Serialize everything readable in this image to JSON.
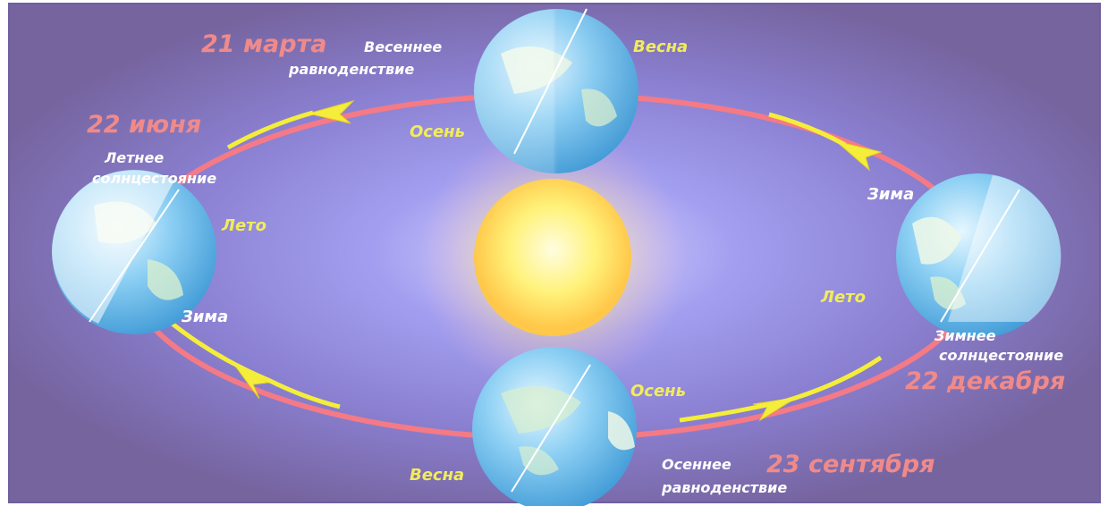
{
  "labels": {
    "spring_date": "21 марта",
    "spring_event_line1": "Весеннее",
    "spring_event_line2": "равноденствие",
    "summer_date": "22 июня",
    "summer_event_line1": "Летнее",
    "summer_event_line2": "солнцестояние",
    "winter_date": "22 декабря",
    "winter_event_line1": "Зимнее",
    "winter_event_line2": "солнцестояние",
    "autumn_date": "23 сентября",
    "autumn_event_line1": "Осеннее",
    "autumn_event_line2": "равноденствие"
  },
  "seasons": {
    "top_right": "Весна",
    "top_left": "Осень",
    "left_right": "Лето",
    "left_bottom": "Зима",
    "right_top": "Зима",
    "right_left": "Лето",
    "bottom_right": "Осень",
    "bottom_left": "Весна"
  },
  "colors": {
    "background": "#7a6cae",
    "orbit": "#f47a86",
    "arrow": "#f4ee3a",
    "sun": "#fff27a",
    "date_text": "#f08a8a",
    "season_text": "#f2ec5a",
    "event_text": "#ffffff"
  }
}
